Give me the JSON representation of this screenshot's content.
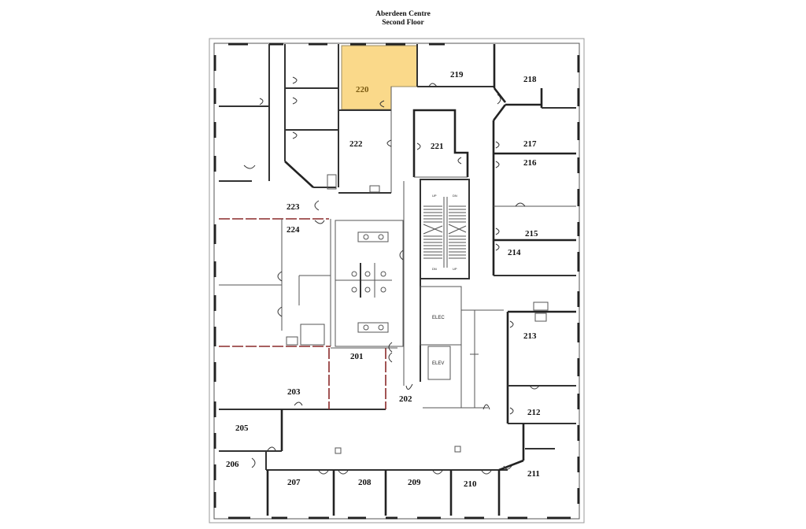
{
  "header": {
    "building": "Aberdeen Centre",
    "floor": "Second Floor"
  },
  "highlight": {
    "room": "220",
    "color": "#FAD98A"
  },
  "rooms": {
    "r201": "201",
    "r202": "202",
    "r203": "203",
    "r205": "205",
    "r206": "206",
    "r207": "207",
    "r208": "208",
    "r209": "209",
    "r210": "210",
    "r211": "211",
    "r212": "212",
    "r213": "213",
    "r214": "214",
    "r215": "215",
    "r216": "216",
    "r217": "217",
    "r218": "218",
    "r219": "219",
    "r220": "220",
    "r221": "221",
    "r222": "222",
    "r223": "223",
    "r224": "224"
  },
  "utility": {
    "elec": "ELEC",
    "elev": "ELEV",
    "stair_up": "UP",
    "stair_dn": "DN"
  }
}
